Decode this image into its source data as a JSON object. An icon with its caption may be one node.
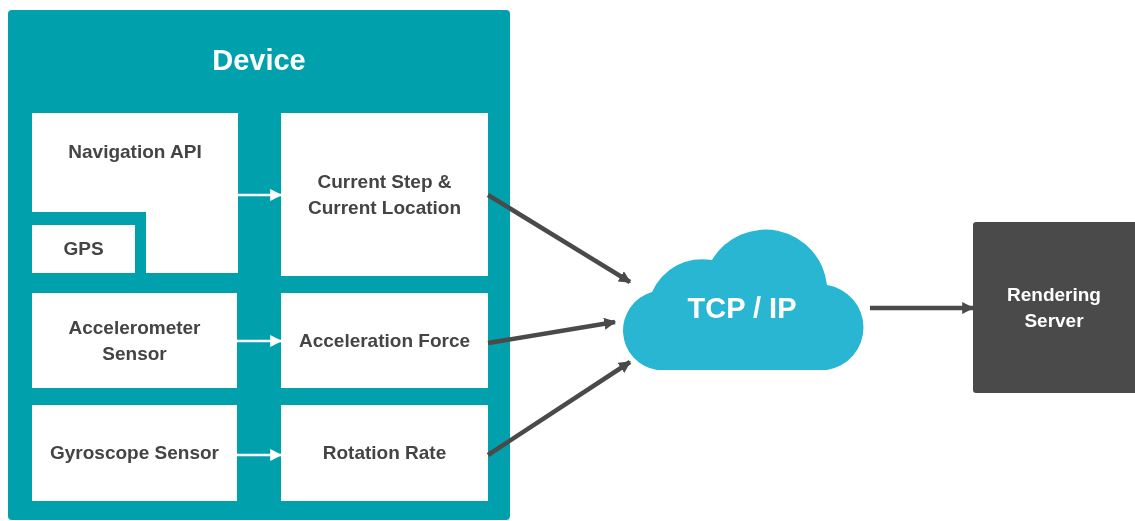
{
  "diagram": {
    "nodes": [
      {
        "text": [
          "Device"
        ]
      },
      {
        "text": [
          "Navigation API"
        ],
        "in": 0
      },
      {
        "text": [
          "GPS"
        ],
        "in": 1
      },
      {
        "text": [
          "Current Step & Current Location"
        ],
        "in": 0
      },
      {
        "text": [
          "Accelerometer Sensor"
        ],
        "in": 0
      },
      {
        "text": [
          "Acceleration Force"
        ],
        "in": 0
      },
      {
        "text": [
          "Gyroscope Sensor"
        ],
        "in": 0
      },
      {
        "text": [
          "Rotation Rate"
        ],
        "in": 0
      },
      {
        "text": [
          "TCP / IP"
        ]
      },
      {
        "text": [
          "Rendering Server"
        ]
      }
    ],
    "edges": [
      {
        "from": 1,
        "to": 3,
        "arrow": "to",
        "color": "#ffffff"
      },
      {
        "from": 4,
        "to": 5,
        "arrow": "to",
        "color": "#ffffff"
      },
      {
        "from": 6,
        "to": 7,
        "arrow": "to",
        "color": "#ffffff"
      },
      {
        "from": 3,
        "to": 8,
        "arrow": "to"
      },
      {
        "from": 5,
        "to": 8,
        "arrow": "to"
      },
      {
        "from": 7,
        "to": 8,
        "arrow": "to"
      },
      {
        "from": 8,
        "to": 9,
        "arrow": "to"
      }
    ]
  }
}
